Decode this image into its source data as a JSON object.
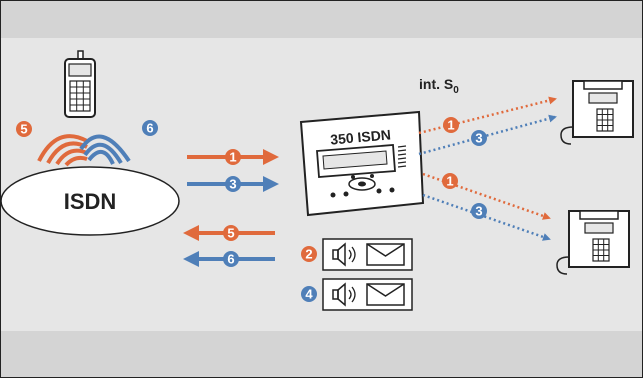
{
  "network": {
    "label": "ISDN"
  },
  "pbx": {
    "label": "350 ISDN"
  },
  "bus": {
    "label_main": "int. S",
    "label_sub": "0"
  },
  "markers": {
    "m1": "1",
    "m2": "2",
    "m3": "3",
    "m4": "4",
    "m5": "5",
    "m6": "6"
  },
  "colors": {
    "orange": "#e06a3c",
    "blue": "#4f7fb8",
    "background_main": "#e6e6e6",
    "background_band": "#d4d4d4",
    "outline": "#222222"
  },
  "icons": {
    "mobile": "mobile-phone-icon",
    "signal_orange": "signal-waves-icon",
    "signal_blue": "signal-waves-icon",
    "pbx": "pbx-device-icon",
    "desk_phone": "desk-phone-icon",
    "speaker": "speaker-icon",
    "envelope": "envelope-icon"
  }
}
